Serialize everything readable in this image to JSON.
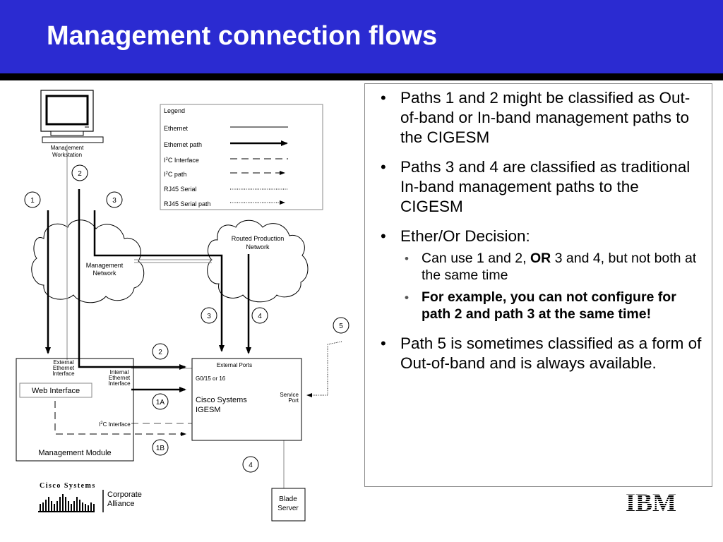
{
  "header": {
    "title": "Management connection flows"
  },
  "diagram": {
    "workstation_label": [
      "Management",
      "Workstation"
    ],
    "legend": {
      "title": "Legend",
      "items": [
        {
          "label": "Ethernet",
          "style": "solid-thin"
        },
        {
          "label": "Ethernet path",
          "style": "solid-thick-arrow"
        },
        {
          "label": "C Interface",
          "prefix": "I",
          "sup": "2",
          "style": "dashed"
        },
        {
          "label": "C path",
          "prefix": "I",
          "sup": "2",
          "style": "dashed-arrow"
        },
        {
          "label": "RJ45 Serial",
          "style": "dotted"
        },
        {
          "label": "RJ45 Serial path",
          "style": "dotted-arrow"
        }
      ]
    },
    "path_numbers": {
      "p1": "1",
      "p2_top": "2",
      "p3_top": "3",
      "p3_mid": "3",
      "p4_mid": "4",
      "p5": "5",
      "p2_low": "2",
      "p1a": "1A",
      "p1b": "1B",
      "p4_low": "4"
    },
    "management_network": [
      "Management",
      "Network"
    ],
    "routed_network": [
      "Routed Production",
      "Network"
    ],
    "mgmt_module": {
      "label": "Management Module",
      "web_interface": "Web Interface",
      "external_ethernet": [
        "External",
        "Ethernet",
        "Interface"
      ],
      "internal_ethernet": [
        "Internal",
        "Ethernet",
        "Interface"
      ],
      "i2c_interface": "C Interface",
      "i2c_prefix": "I",
      "i2c_sup": "2"
    },
    "igesm": {
      "external_ports": "External Ports",
      "ports": "G0/15 or 16",
      "name": [
        "Cisco Systems",
        "IGESM"
      ],
      "service_port": [
        "Service",
        "Port"
      ]
    },
    "blade_server": [
      "Blade",
      "Server"
    ]
  },
  "bullets": {
    "b1": "Paths 1 and 2 might be classified as Out-of-band or In-band management paths to the CIGESM",
    "b2": "Paths 3 and 4 are classified as traditional In-band management paths to the CIGESM",
    "b3": "Ether/Or Decision:",
    "b3_sub1_pre": "Can use 1 and 2, ",
    "b3_sub1_bold": "OR",
    "b3_sub1_post": " 3 and 4, but not both at the same time",
    "b3_sub2": "For example, you can not configure for path 2 and path 3 at the same time!",
    "b4": "Path 5 is sometimes classified as a form of Out-of-band and is always available."
  },
  "logos": {
    "cisco_brand": "Cisco Systems",
    "cisco_sub": [
      "Corporate",
      "Alliance"
    ],
    "ibm": "IBM"
  },
  "colors": {
    "header_bg": "#2b2bd1",
    "title": "#ffffff"
  }
}
